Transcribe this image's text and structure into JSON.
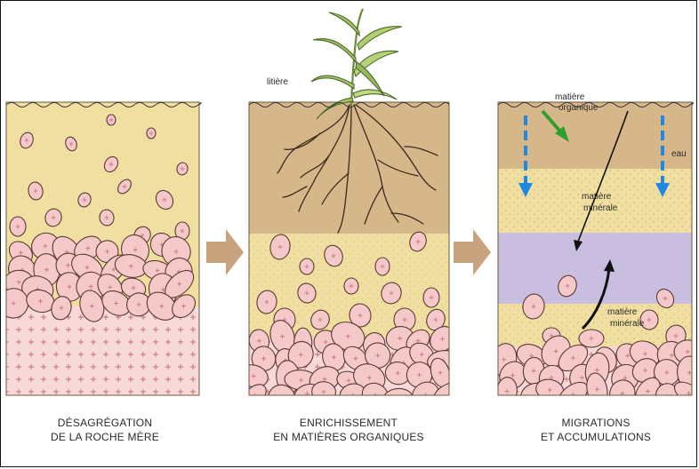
{
  "panels": [
    {
      "caption_line1": "DÉSAGRÉGATION",
      "caption_line2": "DE LA ROCHE MÈRE"
    },
    {
      "caption_line1": "ENRICHISSEMENT",
      "caption_line2": "EN MATIÈRES ORGANIQUES",
      "label_litter": "litière"
    },
    {
      "caption_line1": "MIGRATIONS",
      "caption_line2": "ET ACCUMULATIONS",
      "label_organic_1": "matière",
      "label_organic_2": "organique",
      "label_water": "eau",
      "label_mineral_top_1": "matière",
      "label_mineral_top_2": "minérale",
      "label_mineral_bottom_1": "matière",
      "label_mineral_bottom_2": "minérale"
    }
  ],
  "colors": {
    "sand": "#f0dfa0",
    "humus": "#d6b78a",
    "purple": "#c9bde0",
    "rock": "#f5c9c9",
    "rock_outline": "#5a3a32",
    "arrow_between": "#c9a37e",
    "water_arrow": "#1e88e5",
    "green_arrow": "#2e9e2e"
  },
  "icons": [
    "right-arrow-icon",
    "plant-icon",
    "water-arrow-icon",
    "green-arrow-icon"
  ]
}
